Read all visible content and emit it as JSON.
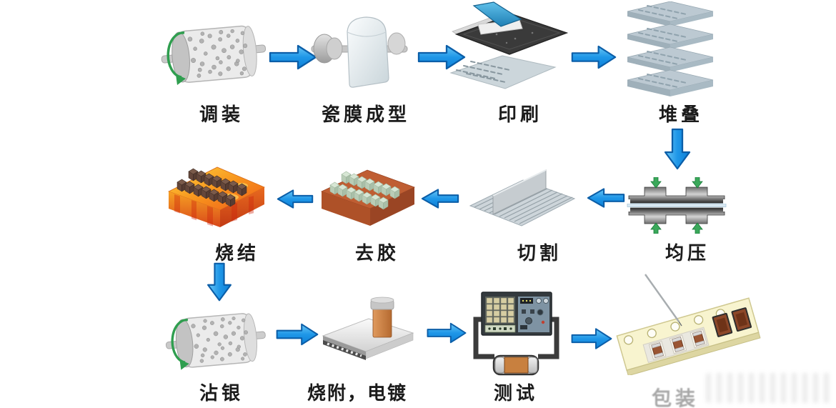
{
  "diagram": {
    "type": "process-flow",
    "subject": "multilayer ceramic component manufacturing",
    "flow": "row1 left-to-right, down, row2 right-to-left, down, row3 left-to-right"
  },
  "steps": [
    {
      "id": "step-1",
      "label": "调装",
      "icon": "ball-mill-icon",
      "row": 1
    },
    {
      "id": "step-2",
      "label": "瓷膜成型",
      "icon": "film-casting-icon",
      "row": 1
    },
    {
      "id": "step-3",
      "label": "印刷",
      "icon": "screen-printing-icon",
      "row": 1
    },
    {
      "id": "step-4",
      "label": "堆叠",
      "icon": "stack-icon",
      "row": 1
    },
    {
      "id": "step-5",
      "label": "均压",
      "icon": "press-icon",
      "row": 2
    },
    {
      "id": "step-6",
      "label": "切割",
      "icon": "cutting-icon",
      "row": 2
    },
    {
      "id": "step-7",
      "label": "去胶",
      "icon": "binder-burnout-icon",
      "row": 2
    },
    {
      "id": "step-8",
      "label": "烧结",
      "icon": "sintering-icon",
      "row": 2
    },
    {
      "id": "step-9",
      "label": "沾银",
      "icon": "silver-dipping-icon",
      "row": 3
    },
    {
      "id": "step-10",
      "label": "烧附，电镀",
      "icon": "plating-oven-icon",
      "row": 3
    },
    {
      "id": "step-11",
      "label": "测试",
      "icon": "tester-icon",
      "row": 3
    },
    {
      "id": "step-12",
      "label": "包装",
      "icon": "carrier-tape-icon",
      "row": 3,
      "faded": true
    }
  ],
  "colors": {
    "arrow_blue": "#1f97e8",
    "arrow_blue_border": "#0b5ea8",
    "rotation_green": "#2f9e4f",
    "press_arrow_green": "#3aa85a",
    "label_text": "#1b1b1b",
    "fire_orange": "#f7941d",
    "terracotta": "#bf5e33",
    "layer_gray_blue": "#bcc9d2",
    "carrier_cream": "#f8f4cf"
  }
}
